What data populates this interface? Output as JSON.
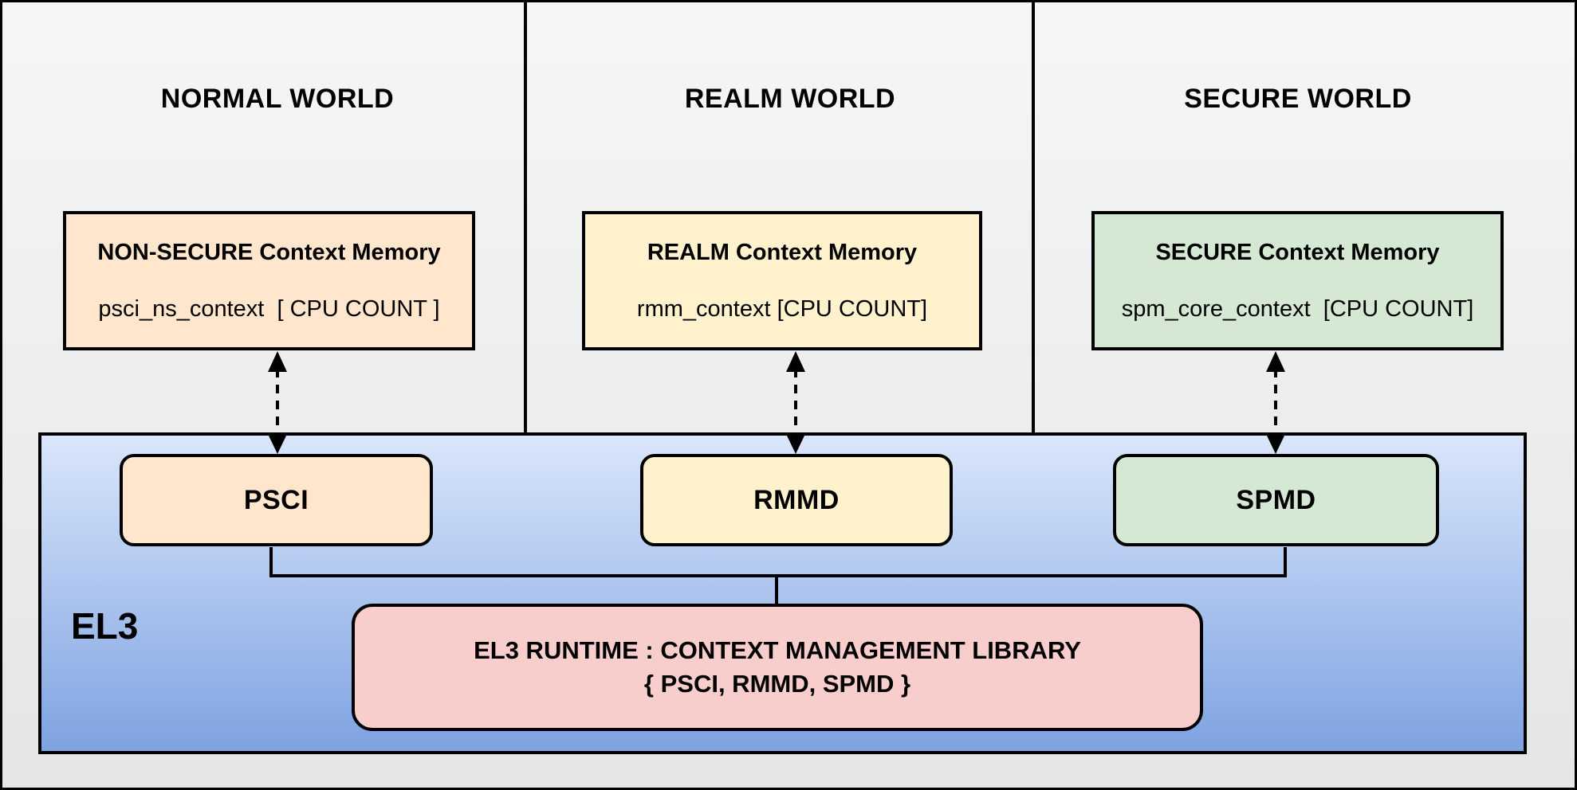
{
  "colors": {
    "canvas_bg_top": "#f5f6f6",
    "canvas_bg_bottom": "#e4e5e5",
    "border_black": "#000000",
    "normal_box_fill": "#ffe6cc",
    "realm_box_fill": "#fff2cc",
    "secure_box_fill": "#d5e8d4",
    "runtime_box_fill": "#f8cecc",
    "el3_gradient_top": "#dae6fb",
    "el3_gradient_bottom": "#7ea3e2"
  },
  "worlds": [
    {
      "title": "NORMAL WORLD",
      "memory_title": "NON-SECURE Context Memory",
      "memory_value": "psci_ns_context  [ CPU COUNT ]",
      "service": "PSCI"
    },
    {
      "title": "REALM WORLD",
      "memory_title": "REALM Context Memory",
      "memory_value": "rmm_context [CPU COUNT]",
      "service": "RMMD"
    },
    {
      "title": "SECURE WORLD",
      "memory_title": "SECURE Context Memory",
      "memory_value": "spm_core_context  [CPU COUNT]",
      "service": "SPMD"
    }
  ],
  "el3": {
    "label": "EL3",
    "runtime_title": "EL3 RUNTIME : CONTEXT MANAGEMENT LIBRARY",
    "runtime_subtitle": "{ PSCI, RMMD, SPMD }"
  }
}
